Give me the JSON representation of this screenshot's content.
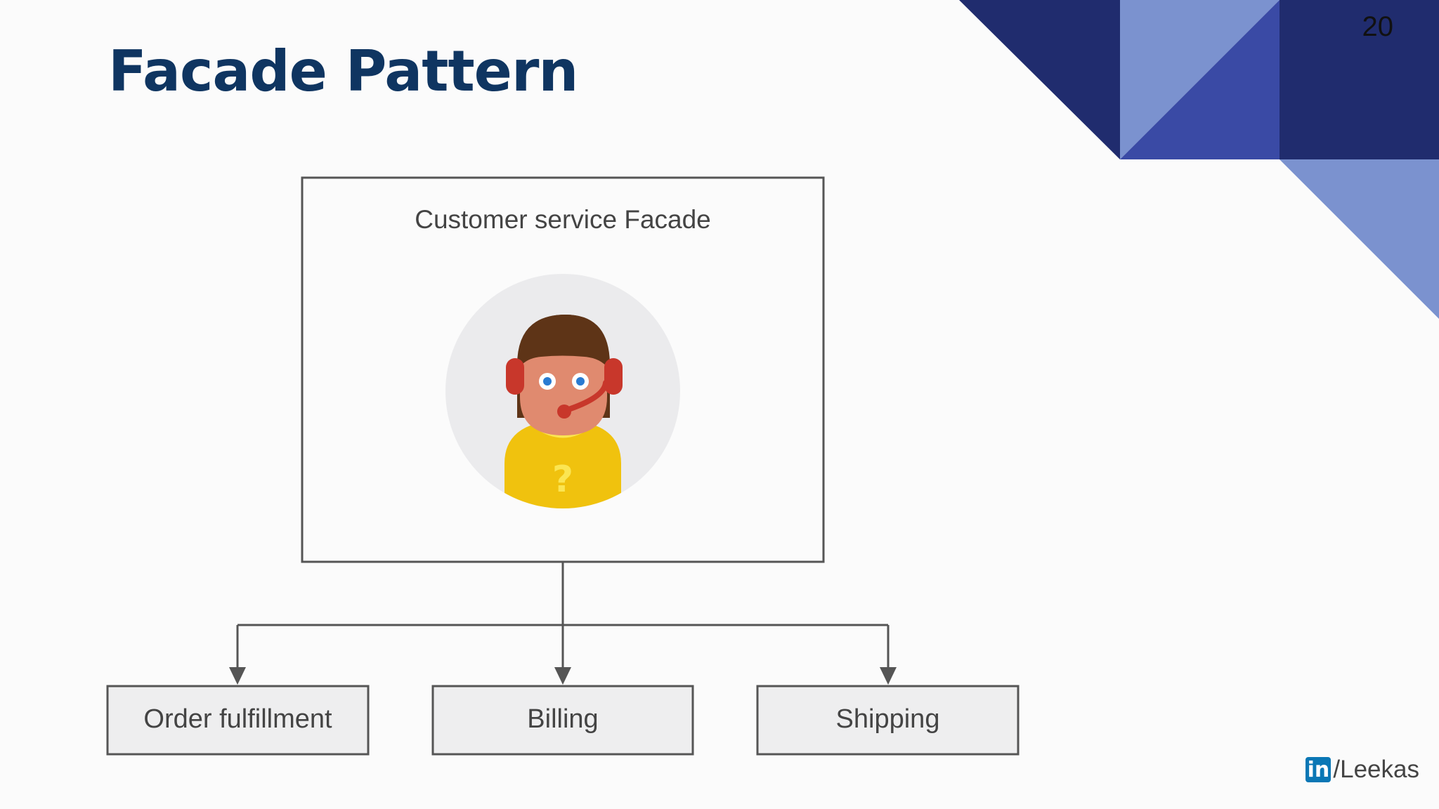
{
  "slide": {
    "title": "Facade Pattern",
    "page_number": "20"
  },
  "diagram": {
    "facade_label": "Customer service Facade",
    "subsystems": [
      "Order fulfillment",
      "Billing",
      "Shipping"
    ]
  },
  "branding": {
    "logo_text": "in",
    "handle": "/Leekas"
  },
  "colors": {
    "title": "#0f3561",
    "deco_dark": "#202c6e",
    "deco_mid": "#3a4aa5",
    "deco_light": "#7b92cf",
    "linkedin": "#0a77b5"
  },
  "icons": [
    "customer-service-agent-icon",
    "linkedin-icon"
  ]
}
